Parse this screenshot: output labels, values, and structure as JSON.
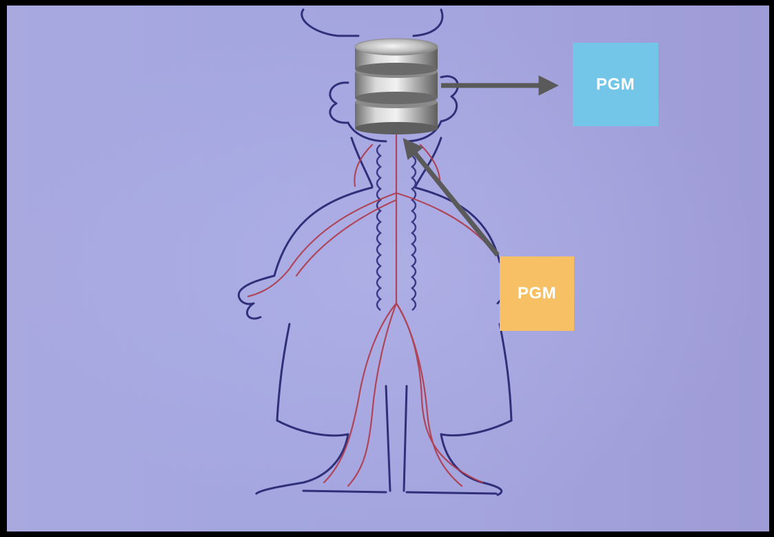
{
  "diagram": {
    "nodes": [
      {
        "id": "db",
        "icon": "database-icon"
      },
      {
        "id": "pgm_output",
        "label": "PGM",
        "color": "#74c6e9"
      },
      {
        "id": "pgm_input",
        "label": "PGM",
        "color": "#f7c064"
      }
    ],
    "edges": [
      {
        "from": "pgm_input",
        "to": "db"
      },
      {
        "from": "db",
        "to": "pgm_output"
      }
    ],
    "colors": {
      "background": "#a4a6df",
      "outline": "#2f2f7a",
      "nerves": "#b03a4a",
      "arrow": "#595959"
    }
  }
}
